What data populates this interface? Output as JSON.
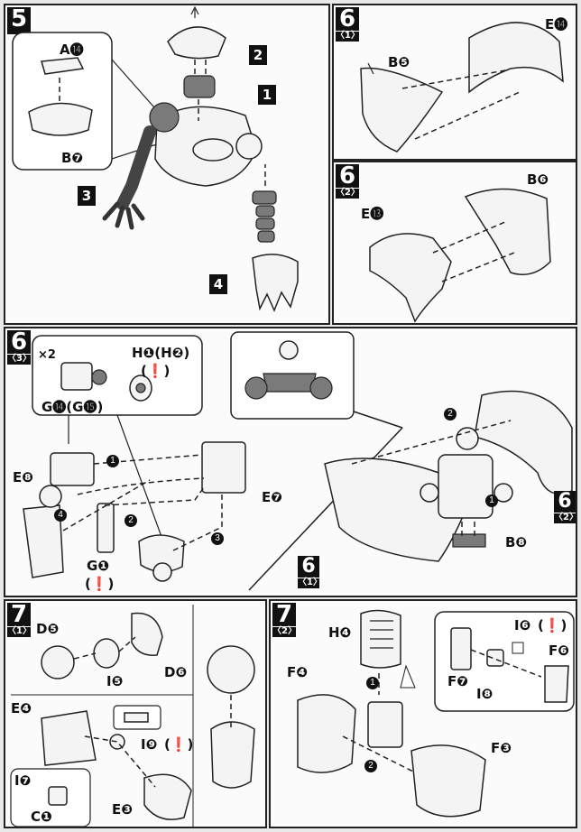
{
  "step5": {
    "step": "5",
    "callout_labels": [
      "A⓮",
      "B❼"
    ],
    "badges": [
      "2",
      "1",
      "3",
      "4"
    ]
  },
  "step6_1": {
    "step": "6",
    "sub": "〈1〉",
    "labels": [
      "B❺",
      "E⓮"
    ]
  },
  "step6_2": {
    "step": "6",
    "sub": "〈2〉",
    "labels": [
      "E⓭",
      "B❻"
    ]
  },
  "step6_3": {
    "step": "6",
    "sub": "〈3〉",
    "labels": {
      "x2": "×2",
      "h1": "H❶(H❷)",
      "warn1": "(❗)",
      "g14": "G⓮(G⓯)",
      "e8": "E❽",
      "e7": "E❼",
      "g1": "G❶",
      "warn2": "(❗)",
      "b8": "B❽",
      "ref6_1_step": "6",
      "ref6_1_sub": "〈1〉",
      "ref6_2_step": "6",
      "ref6_2_sub": "〈2〉"
    },
    "arrows": [
      "1",
      "2",
      "3",
      "4",
      "2",
      "1"
    ]
  },
  "step7_1": {
    "step": "7",
    "sub": "〈1〉",
    "labels": [
      "D❺",
      "I❺",
      "D❻",
      "E❹",
      "I❾",
      "(❗)",
      "E❸",
      "I❼",
      "C❶"
    ]
  },
  "step7_2": {
    "step": "7",
    "sub": "〈2〉",
    "labels": [
      "H❹",
      "F❹",
      "I❻",
      "(❗)",
      "F❻",
      "F❼",
      "I❽",
      "F❸"
    ],
    "arrows": [
      "1",
      "2"
    ]
  }
}
